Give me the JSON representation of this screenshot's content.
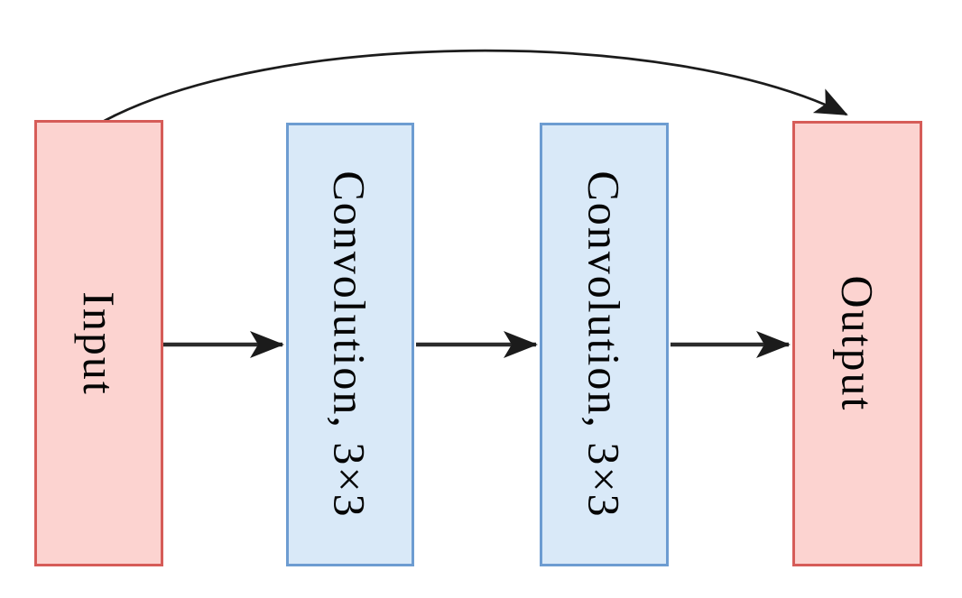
{
  "diagram": {
    "title": "residual-convolution-block",
    "background_color": "#ffffff",
    "nodes": [
      {
        "id": "input",
        "label": "Input",
        "fill": "#fcd3d0",
        "stroke": "#d65c58",
        "text_rotation_deg": 90
      },
      {
        "id": "conv1",
        "label": "Convolution, 3×3",
        "fill": "#d9e9f8",
        "stroke": "#6d9cd1",
        "text_rotation_deg": 90
      },
      {
        "id": "conv2",
        "label": "Convolution, 3×3",
        "fill": "#d9e9f8",
        "stroke": "#6d9cd1",
        "text_rotation_deg": 90
      },
      {
        "id": "output",
        "label": "Output",
        "fill": "#fcd3d0",
        "stroke": "#d65c58",
        "text_rotation_deg": 90
      }
    ],
    "edges": [
      {
        "from": "input",
        "to": "conv1",
        "style": "straight-arrow",
        "color": "#2b2b2b"
      },
      {
        "from": "conv1",
        "to": "conv2",
        "style": "straight-arrow",
        "color": "#2b2b2b"
      },
      {
        "from": "conv2",
        "to": "output",
        "style": "straight-arrow",
        "color": "#2b2b2b"
      },
      {
        "from": "input",
        "to": "output",
        "style": "curved-skip-arrow",
        "color": "#1c1c1c"
      }
    ]
  }
}
